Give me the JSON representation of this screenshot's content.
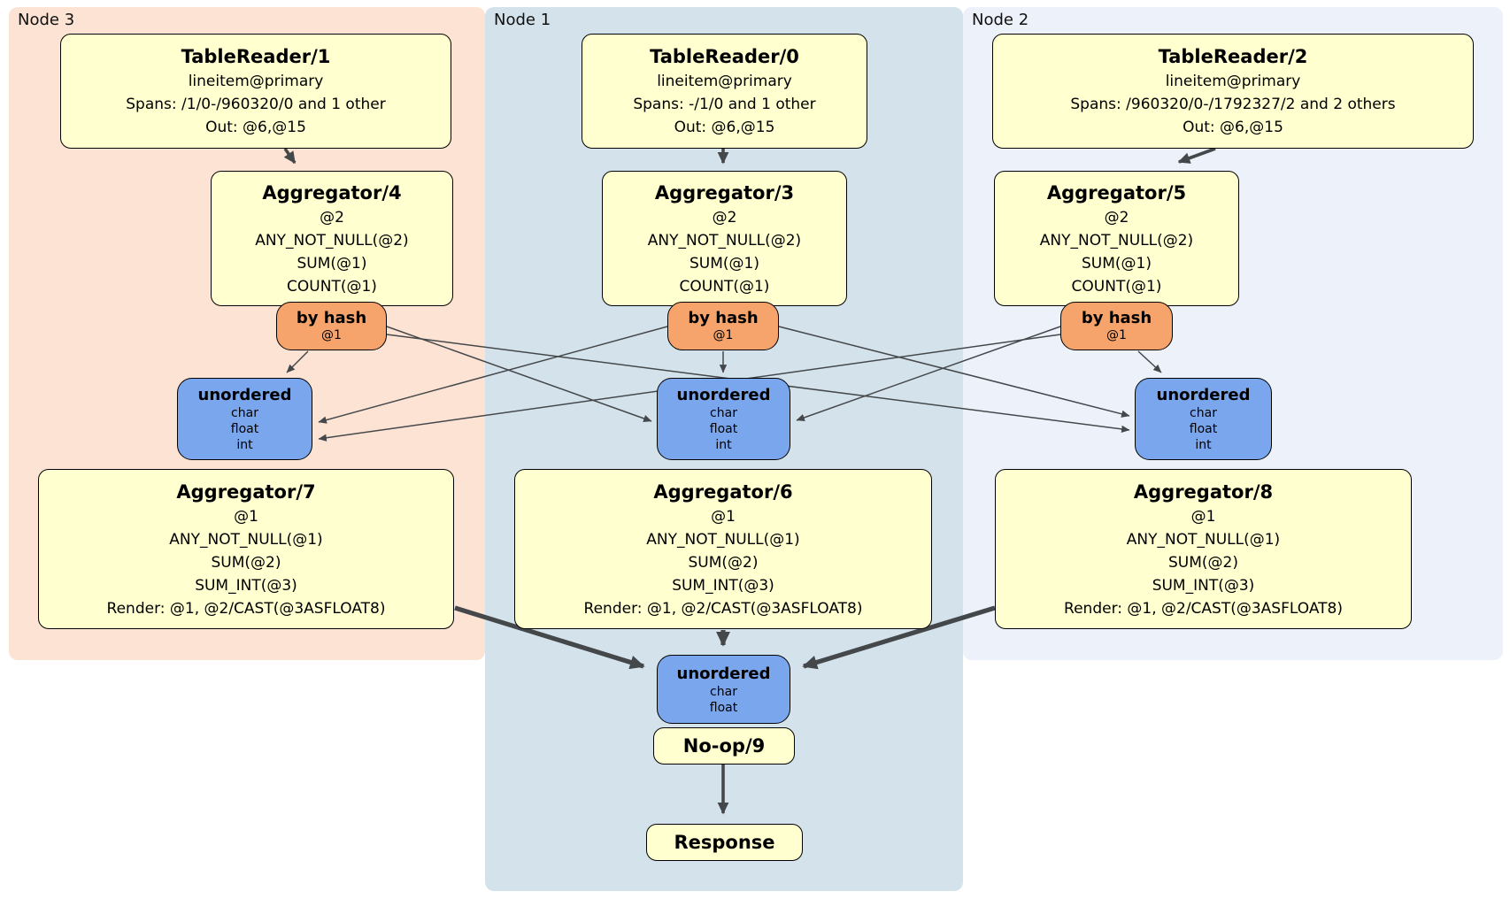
{
  "panels": [
    {
      "label": "Node 3"
    },
    {
      "label": "Node 1"
    },
    {
      "label": "Node 2"
    }
  ],
  "nodes": {
    "tablereader1": {
      "title": "TableReader/1",
      "lines": [
        "lineitem@primary",
        "Spans: /1/0-/960320/0 and 1 other",
        "Out: @6,@15"
      ]
    },
    "tablereader0": {
      "title": "TableReader/0",
      "lines": [
        "lineitem@primary",
        "Spans: -/1/0 and 1 other",
        "Out: @6,@15"
      ]
    },
    "tablereader2": {
      "title": "TableReader/2",
      "lines": [
        "lineitem@primary",
        "Spans: /960320/0-/1792327/2 and 2 others",
        "Out: @6,@15"
      ]
    },
    "aggregator4": {
      "title": "Aggregator/4",
      "lines": [
        "@2",
        "ANY_NOT_NULL(@2)",
        "SUM(@1)",
        "COUNT(@1)"
      ]
    },
    "aggregator3": {
      "title": "Aggregator/3",
      "lines": [
        "@2",
        "ANY_NOT_NULL(@2)",
        "SUM(@1)",
        "COUNT(@1)"
      ]
    },
    "aggregator5": {
      "title": "Aggregator/5",
      "lines": [
        "@2",
        "ANY_NOT_NULL(@2)",
        "SUM(@1)",
        "COUNT(@1)"
      ]
    },
    "hash3": {
      "title": "by hash",
      "lines": [
        "@1"
      ]
    },
    "hash1": {
      "title": "by hash",
      "lines": [
        "@1"
      ]
    },
    "hash2": {
      "title": "by hash",
      "lines": [
        "@1"
      ]
    },
    "sync3": {
      "title": "unordered",
      "lines": [
        "char",
        "float",
        "int"
      ]
    },
    "sync1": {
      "title": "unordered",
      "lines": [
        "char",
        "float",
        "int"
      ]
    },
    "sync2": {
      "title": "unordered",
      "lines": [
        "char",
        "float",
        "int"
      ]
    },
    "aggregator7": {
      "title": "Aggregator/7",
      "lines": [
        "@1",
        "ANY_NOT_NULL(@1)",
        "SUM(@2)",
        "SUM_INT(@3)",
        "Render: @1, @2/CAST(@3ASFLOAT8)"
      ]
    },
    "aggregator6": {
      "title": "Aggregator/6",
      "lines": [
        "@1",
        "ANY_NOT_NULL(@1)",
        "SUM(@2)",
        "SUM_INT(@3)",
        "Render: @1, @2/CAST(@3ASFLOAT8)"
      ]
    },
    "aggregator8": {
      "title": "Aggregator/8",
      "lines": [
        "@1",
        "ANY_NOT_NULL(@1)",
        "SUM(@2)",
        "SUM_INT(@3)",
        "Render: @1, @2/CAST(@3ASFLOAT8)"
      ]
    },
    "syncfinal": {
      "title": "unordered",
      "lines": [
        "char",
        "float"
      ]
    },
    "noop": {
      "title": "No-op/9"
    },
    "response": {
      "title": "Response"
    }
  },
  "colors": {
    "operator_fill": "#ffffcf",
    "router_fill": "#f6a46c",
    "sync_fill": "#7aa6ee",
    "node3_bg": "#fce3d3",
    "node1_bg": "#d4e3eb",
    "node2_bg": "#edf1fa",
    "edge_color": "#45484b"
  }
}
